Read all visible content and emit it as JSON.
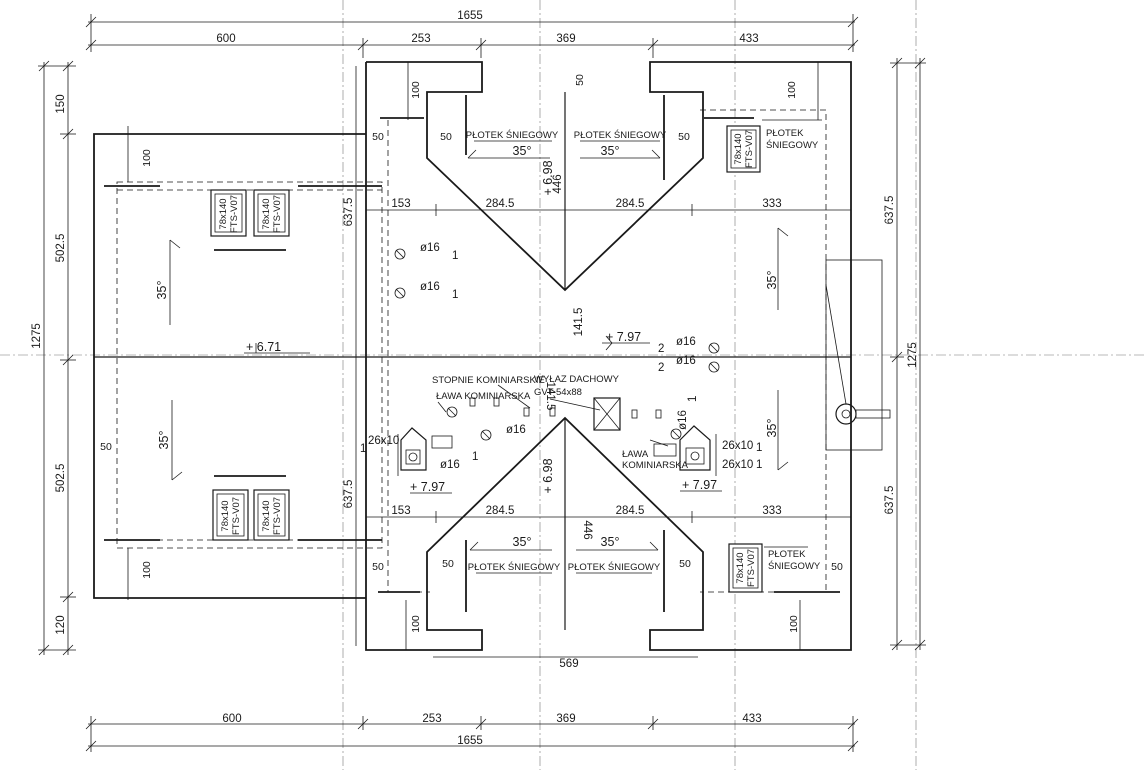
{
  "dimensions": {
    "total": "1655",
    "segments": [
      "600",
      "253",
      "369",
      "433"
    ],
    "left_vertical": [
      "150",
      "502.5",
      "502.5",
      "120"
    ],
    "left_total": "1275",
    "right_total": "1275",
    "right_vertical": [
      "637.5",
      "637.5"
    ],
    "inner_vertical": [
      "637.5",
      "637.5"
    ],
    "upper_row": [
      "153",
      "284.5",
      "284.5",
      "333"
    ],
    "lower_row": [
      "153",
      "284.5",
      "284.5",
      "333"
    ],
    "dormer_depth": [
      "446",
      "446"
    ],
    "ridge_gap": [
      "141.5",
      "141.5"
    ],
    "bottom_inner": "569",
    "eave_50": "50",
    "eave_100": "100"
  },
  "labels": {
    "snow_guard": "PŁOTEK ŚNIEGOWY",
    "snow_guard_line1": "PŁOTEK",
    "snow_guard_line2": "ŚNIEGOWY",
    "roof_window_size": "78x140",
    "roof_window_type": "FTS-V07",
    "pitch": "35°",
    "chimney_steps": "STOPNIE KOMINIARSKIE",
    "chimney_bench": "ŁAWA KOMINIARSKA",
    "chimney_bench_line1": "ŁAWA",
    "chimney_bench_line2": "KOMINIARSKA",
    "roof_exit_line1": "WYŁAZ DACHOWY",
    "roof_exit_line2": "GVT 54x88",
    "pipe": "ø16",
    "chimney_26": "26x10",
    "one": "1",
    "two": "2"
  },
  "levels": {
    "ridge_left": "+ 6.71",
    "ridge_center": "+ 7.97",
    "dormer": "+ 6.98",
    "chimney_left": "+ 7.97",
    "chimney_right": "+ 7.97"
  }
}
